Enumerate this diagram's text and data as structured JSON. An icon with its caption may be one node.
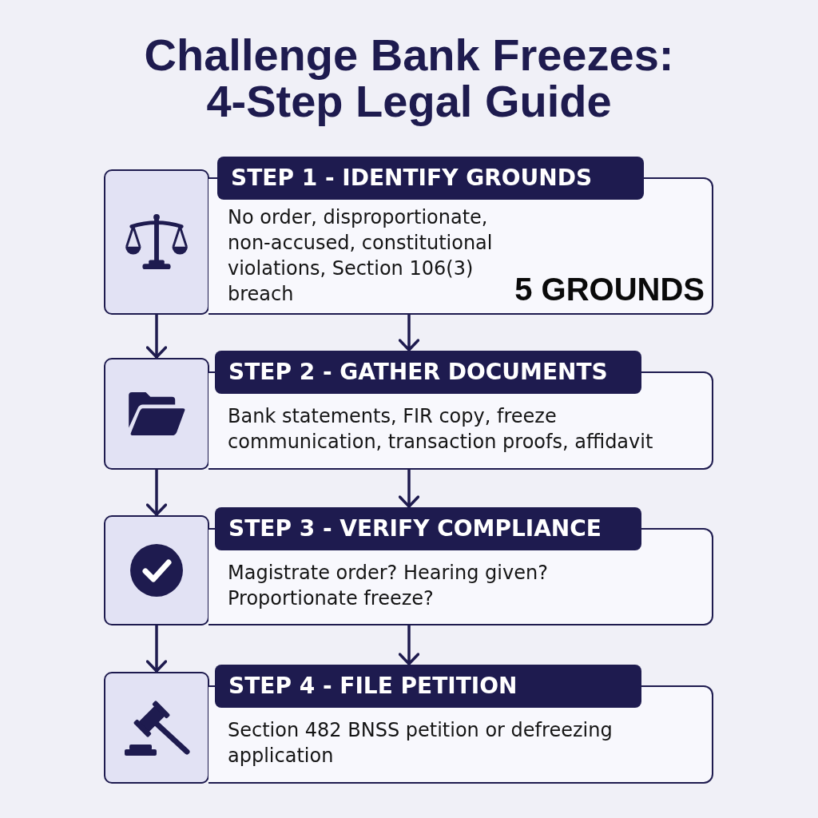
{
  "diagram": {
    "title": "Challenge Bank Freezes: 4-Step Legal Guide",
    "nodes": [
      {
        "text": [],
        "shape": "box"
      },
      {
        "text": [
          "STEP 1 - IDENTIFY GROUNDS",
          "No order, disproportionate, non-accused, constitutional violations, Section 106(3) breach",
          "5 GROUNDS"
        ]
      },
      {
        "text": [],
        "shape": "box"
      },
      {
        "text": [
          "STEP 2 - GATHER DOCUMENTS",
          "Bank statements, FIR copy, freeze communication, transaction proofs, affidavit"
        ]
      },
      {
        "text": [],
        "shape": "box"
      },
      {
        "text": [
          "STEP 3 - VERIFY COMPLIANCE",
          "Magistrate order? Hearing given? Proportionate freeze?"
        ]
      },
      {
        "text": [],
        "shape": "box"
      },
      {
        "text": [
          "STEP 4 - FILE PETITION",
          "Section 482 BNSS petition or defreezing application"
        ]
      }
    ],
    "edges": [
      {
        "from": 0,
        "to": 2,
        "arrow": "to"
      },
      {
        "from": 1,
        "to": 3,
        "arrow": "to"
      },
      {
        "from": 2,
        "to": 4,
        "arrow": "to"
      },
      {
        "from": 3,
        "to": 5,
        "arrow": "to"
      },
      {
        "from": 4,
        "to": 6,
        "arrow": "to"
      },
      {
        "from": 5,
        "to": 7,
        "arrow": "to"
      }
    ]
  }
}
